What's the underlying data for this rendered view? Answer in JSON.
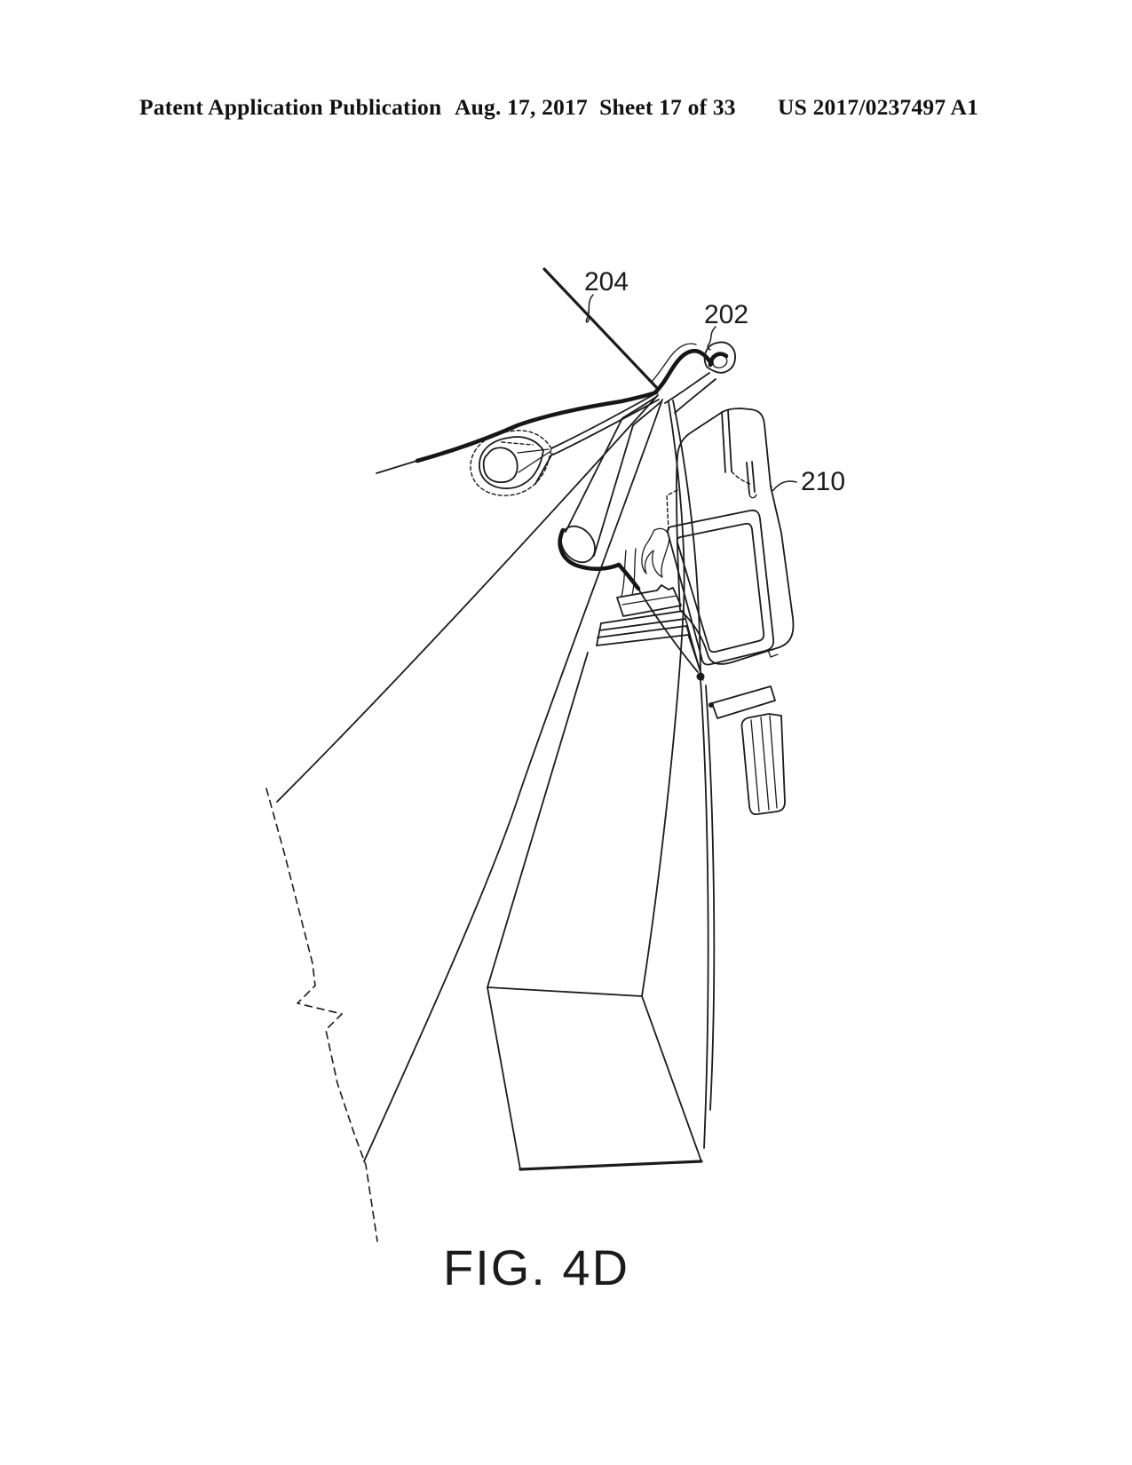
{
  "page": {
    "background": "#ffffff",
    "ink": "#1b1b1b"
  },
  "header": {
    "left": "Patent Application Publication",
    "center": "Aug. 17, 2017  Sheet 17 of 33",
    "right": "US 2017/0237497 A1"
  },
  "figure": {
    "caption": "FIG. 4D",
    "labels": [
      {
        "text": "204"
      },
      {
        "text": "202"
      },
      {
        "text": "210"
      }
    ]
  }
}
